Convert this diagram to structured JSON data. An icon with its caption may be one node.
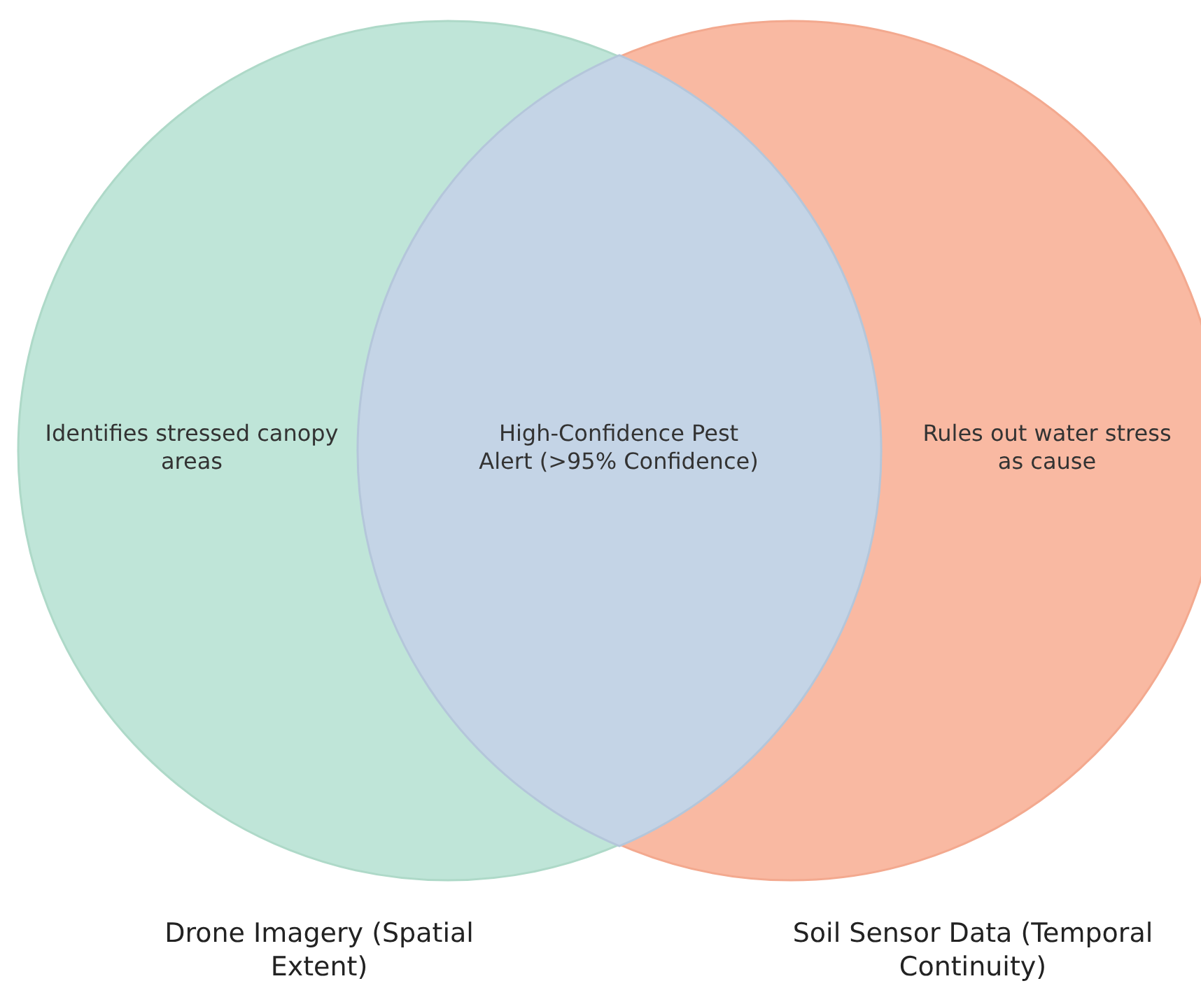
{
  "diagram": {
    "nodes": [
      {
        "text": [
          "Identifies stressed canopy areas"
        ],
        "beside": [
          "Drone Imagery (Spatial Extent)"
        ]
      },
      {
        "text": [
          "Rules out water stress as cause"
        ],
        "beside": [
          "Soil Sensor Data (Temporal Continuity)"
        ]
      }
    ],
    "edges": [],
    "labels": [
      "High-Confidence Pest Alert (>95% Confidence)"
    ]
  }
}
